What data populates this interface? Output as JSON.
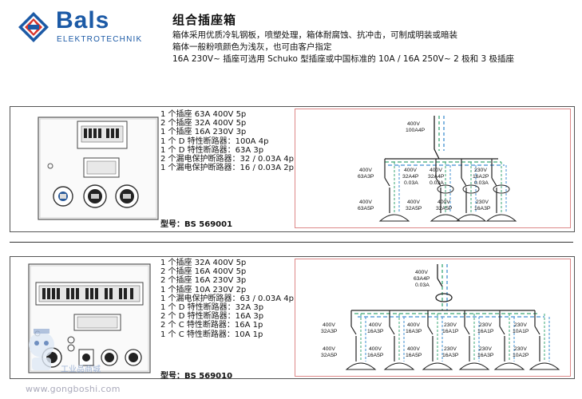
{
  "brand": {
    "name": "Bals",
    "sub": "ELEKTROTECHNIK"
  },
  "header": {
    "title": "组合插座箱",
    "lines": [
      "箱体采用优质冷轧钢板，喷塑处理，箱体耐腐蚀、抗冲击，可制成明装或暗装",
      "箱体一般粉喷颜色为浅灰，也可由客户指定",
      "16A 230V~ 插座可选用 Schuko 型插座或中国标准的 10A / 16A  250V~ 2 极和 3 极插座"
    ]
  },
  "products": [
    {
      "items": [
        "1 个插座 63A  400V  5p",
        "2 个插座 32A  400V  5p",
        "1 个插座 16A  230V  3p",
        "1 个 D 特性断路器：100A  4p",
        "1 个 D 特性断路器：63A  3p",
        "2 个漏电保护断路器：32 / 0.03A  4p",
        "1 个漏电保护断路器：16 / 0.03A  2p"
      ],
      "model_label": "型号：",
      "model": "BS 569001",
      "diagram": {
        "main": [
          "400V",
          "100A4P"
        ],
        "branches": [
          {
            "top": [
              "400V",
              "63A3P"
            ],
            "bottom": [
              "400V",
              "63A5P"
            ]
          },
          {
            "top": [
              "400V",
              "32A4P",
              "0.03A"
            ],
            "bottom": [
              "400V",
              "32A5P"
            ]
          },
          {
            "top": [
              "400V",
              "32A4P",
              "0.03A"
            ],
            "bottom": [
              "400V",
              "32A5P"
            ]
          },
          {
            "top": [
              "230V",
              "16A2P",
              "0.03A"
            ],
            "bottom": [
              "230V",
              "16A3P"
            ]
          }
        ]
      }
    },
    {
      "items": [
        "1 个插座 32A  400V  5p",
        "2 个插座 16A  400V  5p",
        "2 个插座 16A  230V  3p",
        "1 个插座 10A  230V  2p",
        "1 个漏电保护断路器：63 / 0.03A  4p",
        "1 个 D 特性断路器：32A  3p",
        "2 个 D 特性断路器：16A  3p",
        "2 个 C 特性断路器：16A  1p",
        "1 个 C 特性断路器：10A  1p"
      ],
      "model_label": "型号：",
      "model": "BS 569010",
      "diagram": {
        "main": [
          "400V",
          "63A4P",
          "0.03A"
        ],
        "branches": [
          {
            "top": [
              "400V",
              "32A3P"
            ],
            "bottom": [
              "400V",
              "32A5P"
            ]
          },
          {
            "top": [
              "400V",
              "16A3P"
            ],
            "bottom": [
              "400V",
              "16A5P"
            ]
          },
          {
            "top": [
              "400V",
              "16A3P"
            ],
            "bottom": [
              "400V",
              "16A5P"
            ]
          },
          {
            "top": [
              "230V",
              "16A1P"
            ],
            "bottom": [
              "230V",
              "16A3P"
            ]
          },
          {
            "top": [
              "230V",
              "16A1P"
            ],
            "bottom": [
              "230V",
              "16A3P"
            ]
          },
          {
            "top": [
              "230V",
              "10A1P"
            ],
            "bottom": [
              "230V",
              "10A2P"
            ]
          }
        ]
      }
    }
  ],
  "watermark": {
    "text": "工业品商城",
    "site": "www.gongboshi.com"
  },
  "colors": {
    "brand": "#1c5aa6",
    "wire_green": "#3aa776",
    "wire_blue": "#3f8fd0",
    "frame": "#d88888"
  }
}
